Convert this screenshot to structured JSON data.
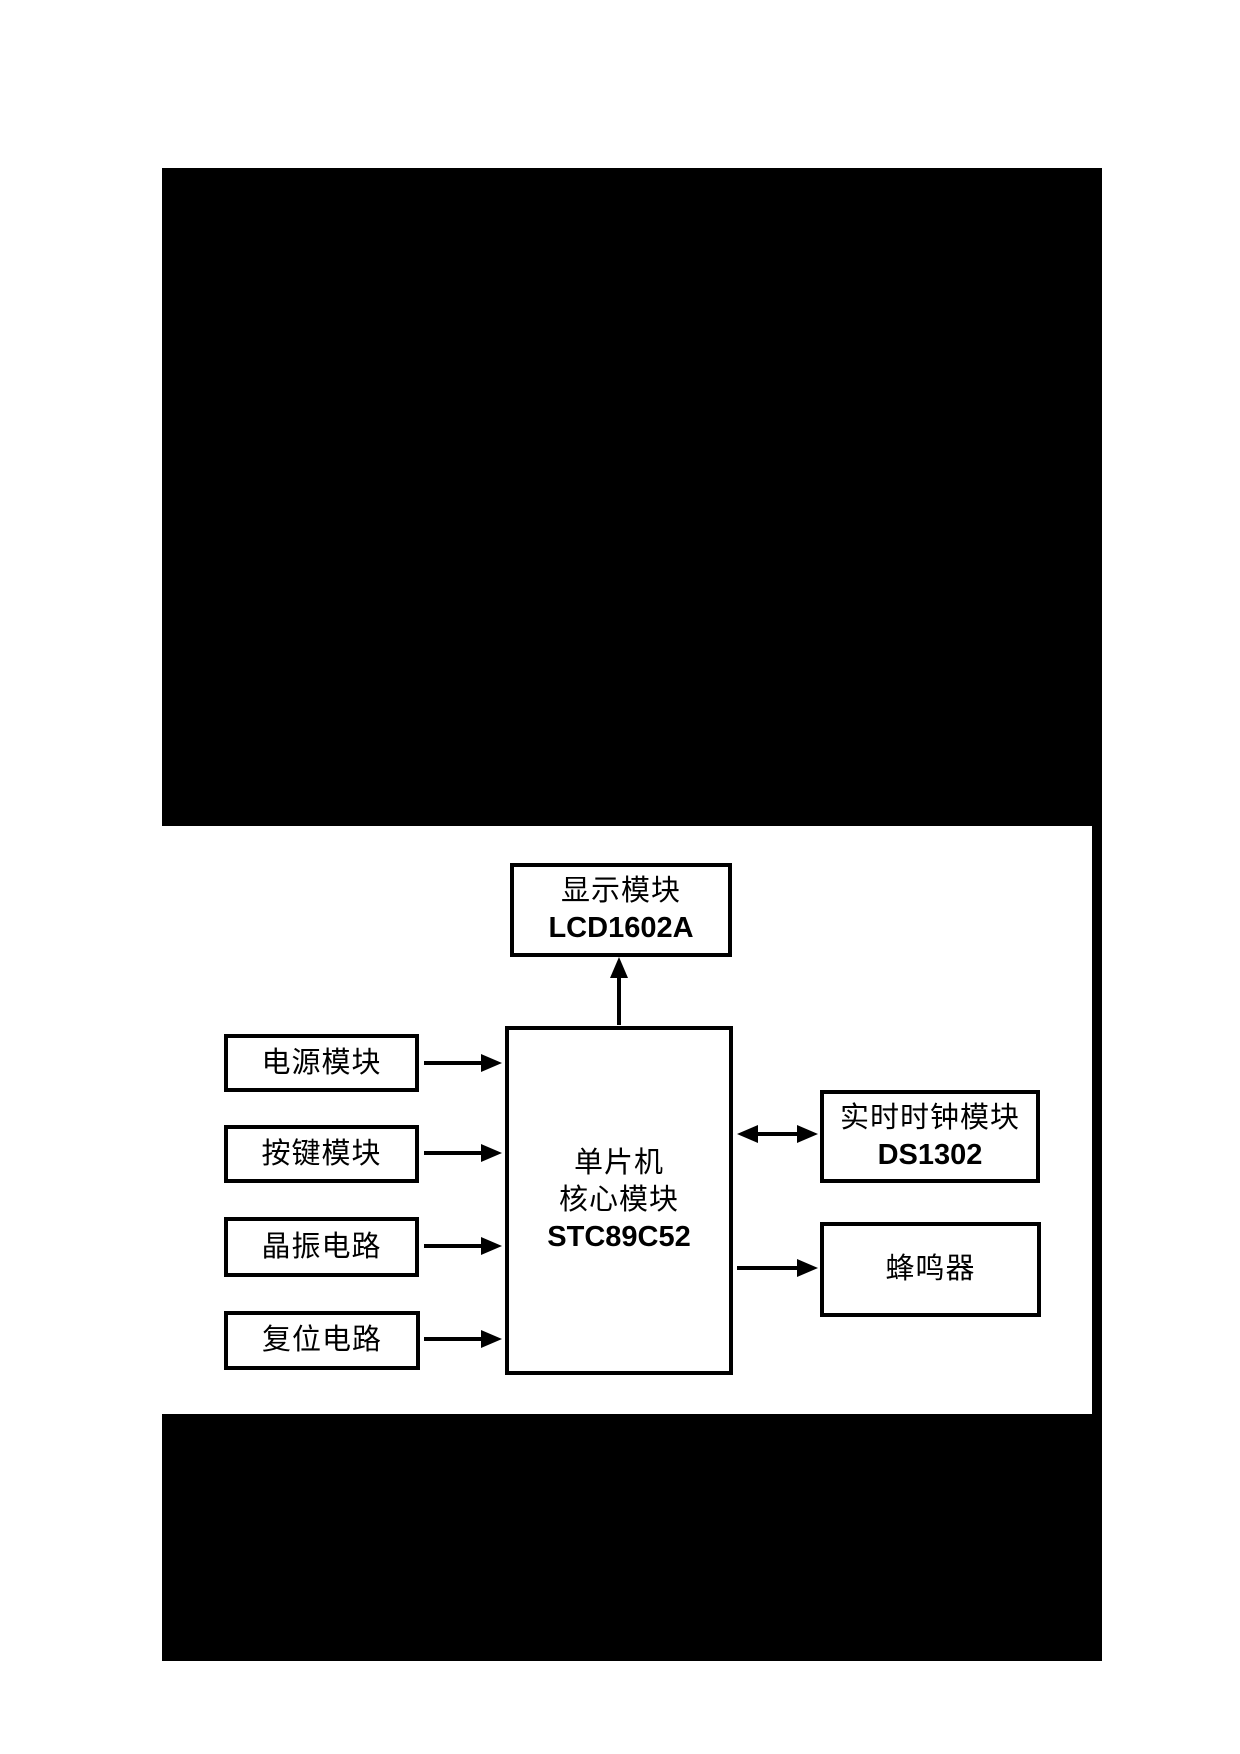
{
  "document": {
    "background": "#ffffff",
    "redaction_color": "#000000"
  },
  "diagram": {
    "display_module": {
      "title": "显示模块",
      "model": "LCD1602A"
    },
    "mcu_module": {
      "line1": "单片机",
      "line2": "核心模块",
      "model": "STC89C52"
    },
    "left_modules": [
      {
        "label": "电源模块"
      },
      {
        "label": "按键模块"
      },
      {
        "label": "晶振电路"
      },
      {
        "label": "复位电路"
      }
    ],
    "rtc_module": {
      "title": "实时时钟模块",
      "model": "DS1302"
    },
    "buzzer_module": {
      "label": "蜂鸣器"
    }
  }
}
